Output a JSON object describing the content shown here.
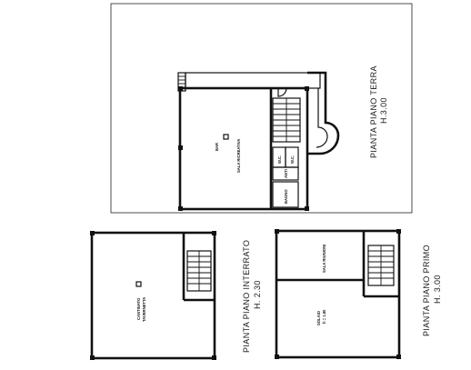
{
  "drawing": {
    "colors": {
      "ink": "#111111",
      "paper": "#ffffff",
      "frame": "#222222"
    },
    "plans": {
      "ground": {
        "title": "PIANTA PIANO TERRA",
        "height": "H.3.00",
        "rooms": {
          "bar": "BAR",
          "sala_ricreativa": "SALA RICREATIVA",
          "wc1": "W.C.",
          "wc2": "W.C.",
          "anti": "ANTI",
          "bagno": "BAGNO"
        }
      },
      "basement": {
        "title": "PIANTA PIANO INTERRATO",
        "height": "H. 2.30",
        "rooms": {
          "cantinato_line1": "CANTINATO",
          "cantinato_line2": "TAVERNETTA"
        }
      },
      "first": {
        "title": "PIANTA PIANO PRIMO",
        "height": "H. 3.00",
        "rooms": {
          "sala_riunioni": "SALA RIUNIONI",
          "solaio_line1": "SOLAIO",
          "solaio_line2": "h = 1.80"
        }
      }
    }
  }
}
